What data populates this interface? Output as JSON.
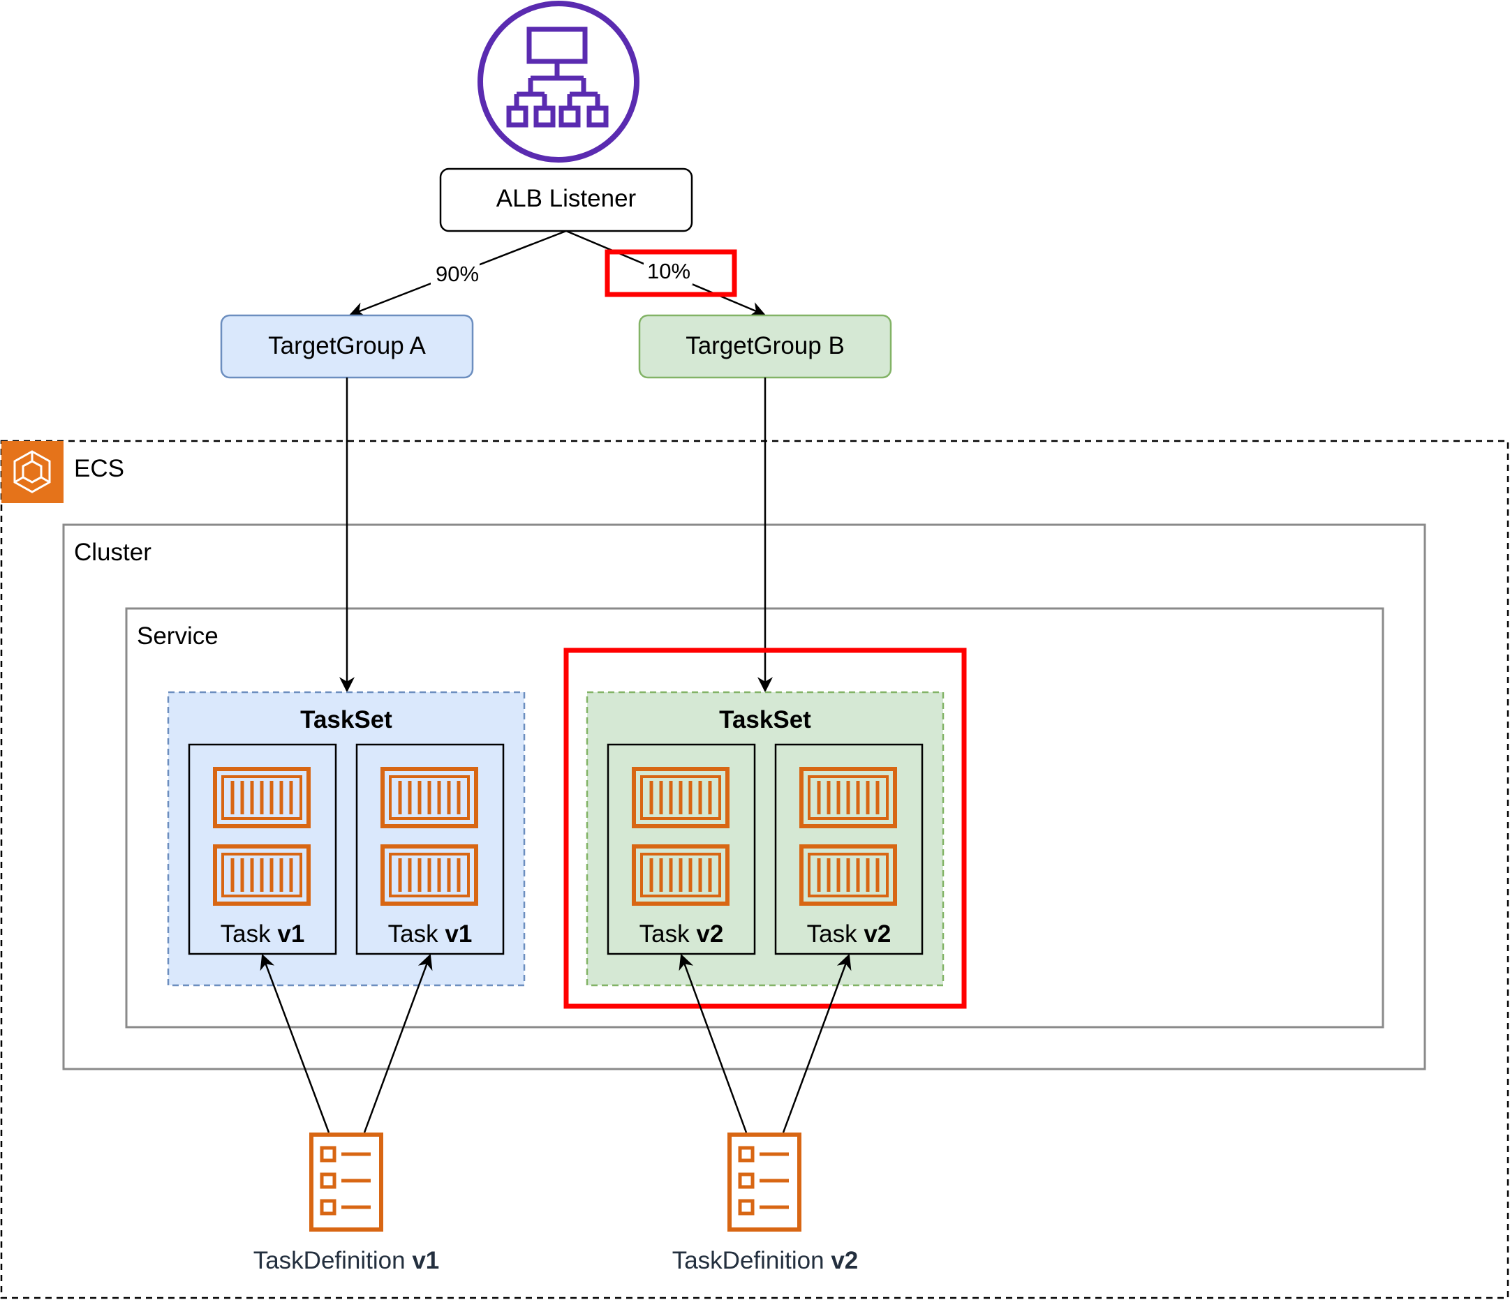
{
  "alb": {
    "icon": "load-balancer-icon",
    "listener_label": "ALB Listener",
    "icon_color": "#5a2bb0"
  },
  "routes": {
    "left_weight": "90%",
    "right_weight": "10%"
  },
  "target_groups": [
    {
      "label": "TargetGroup A",
      "fill": "#dae8fc",
      "stroke": "#6c8ebf"
    },
    {
      "label": "TargetGroup B",
      "fill": "#d5e8d4",
      "stroke": "#82b366"
    }
  ],
  "ecs": {
    "label": "ECS",
    "icon": "ecs-icon",
    "icon_color": "#e5731a"
  },
  "cluster": {
    "label": "Cluster"
  },
  "service": {
    "label": "Service"
  },
  "tasksets": [
    {
      "title": "TaskSet",
      "tasks": [
        {
          "prefix": "Task ",
          "version": "v1"
        },
        {
          "prefix": "Task ",
          "version": "v1"
        }
      ]
    },
    {
      "title": "TaskSet",
      "tasks": [
        {
          "prefix": "Task ",
          "version": "v2"
        },
        {
          "prefix": "Task ",
          "version": "v2"
        }
      ]
    }
  ],
  "task_definitions": [
    {
      "prefix": "TaskDefinition ",
      "version": "v1",
      "icon": "task-definition-icon"
    },
    {
      "prefix": "TaskDefinition ",
      "version": "v2",
      "icon": "task-definition-icon"
    }
  ],
  "colors": {
    "container_icon": "#d86613",
    "highlight": "#ff0000",
    "label_text": "#232f3e"
  }
}
